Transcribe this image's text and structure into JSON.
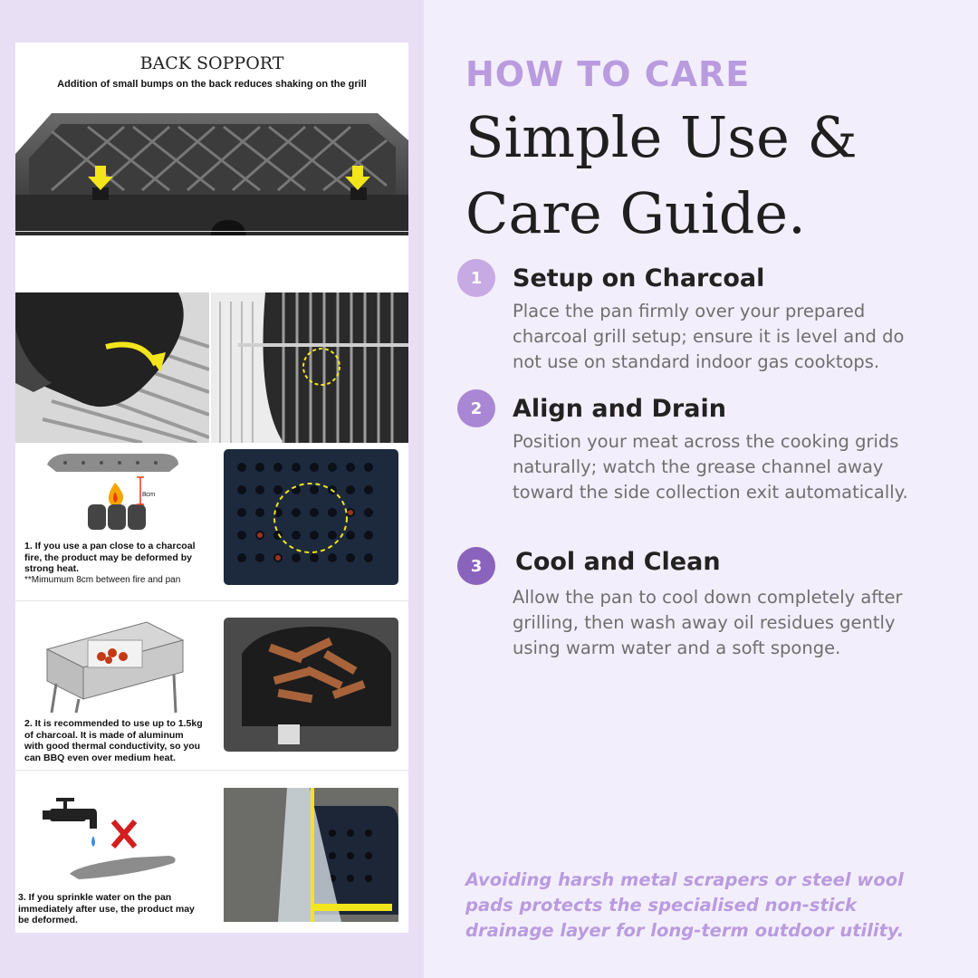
{
  "guide": {
    "eyebrow": "HOW TO CARE",
    "headline": "Simple Use & Care Guide.",
    "accent_color": "#b99bdf",
    "steps": [
      {
        "number": "1",
        "title": "Setup on Charcoal",
        "body": "Place the pan firmly over your prepared charcoal grill setup; ensure it is level and do not use on standard indoor gas cooktops.",
        "badge_color": "#c7a9e3"
      },
      {
        "number": "2",
        "title": "Align and Drain",
        "body": "Position your meat across the cooking grids naturally; watch the grease channel away toward the side collection exit automatically.",
        "badge_color": "#a987d4"
      },
      {
        "number": "3",
        "title": "Cool and Clean",
        "body": "Allow the pan to cool down completely after grilling, then wash away oil residues gently using warm water and a soft sponge.",
        "badge_color": "#8a63bd"
      }
    ],
    "footnote": "Avoiding harsh metal scrapers or steel wool pads protects the specialised non-stick drainage layer for long-term outdoor utility."
  },
  "infographic": {
    "title": "BACK SOPPORT",
    "subtitle": "Addition of small bumps on the back reduces shaking on the grill",
    "distance_label": "8cm",
    "captions": {
      "fire_line1": "1. If you use a pan close to a charcoal",
      "fire_line2": "fire, the product may be deformed by",
      "fire_line3": "strong heat.",
      "fire_note": "**Mimumum 8cm between fire and pan",
      "coal_line1": "2. It is recommended to use up to 1.5kg",
      "coal_line2": "of charcoal. It is made of aluminum",
      "coal_line3": "with good thermal conductivity, so you",
      "coal_line4": "can BBQ even over medium heat.",
      "water_line1": "3. If you sprinkle water on the pan",
      "water_line2": "immediately after use, the product may",
      "water_line3": "be deformed."
    }
  }
}
